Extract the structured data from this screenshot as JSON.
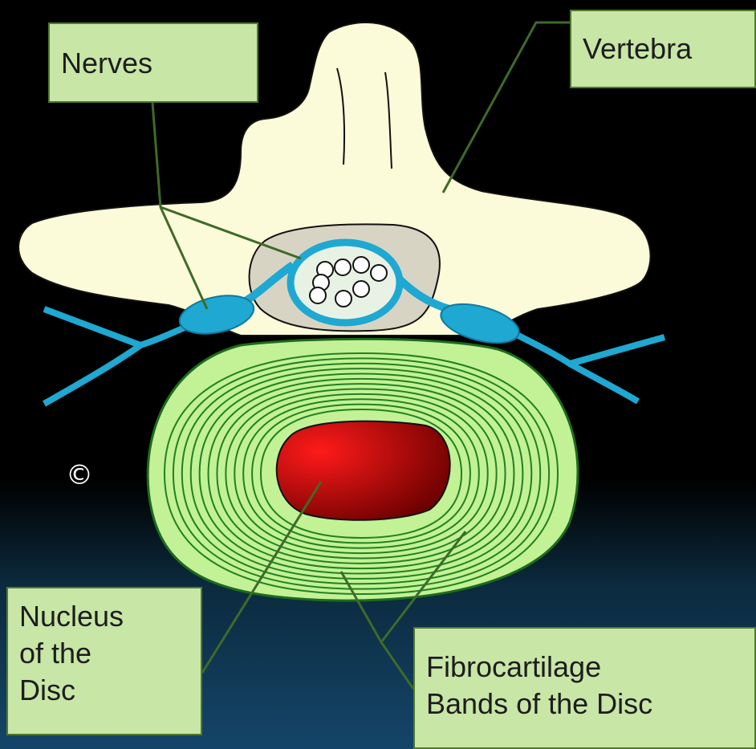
{
  "labels": {
    "nerves": "Nerves",
    "vertebra": "Vertebra",
    "nucleus": "Nucleus\nof the\nDisc",
    "fibro": "Fibrocartilage\nBands of the Disc"
  },
  "copyright_symbol": "©",
  "colors": {
    "bone": "#fbfbd9",
    "canal": "#d8d4c4",
    "nerve": "#1fa8d1",
    "disc": "#c2f295",
    "disc_band": "#228022",
    "nucleus": "#d40000",
    "leader_line": "#3e6a2a",
    "label_bg": "#c8e6a6"
  }
}
